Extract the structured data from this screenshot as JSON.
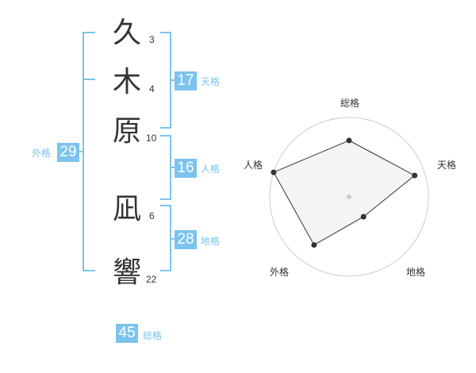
{
  "name": {
    "chars": [
      {
        "char": "久",
        "strokes": "3"
      },
      {
        "char": "木",
        "strokes": "4"
      },
      {
        "char": "原",
        "strokes": "10"
      },
      {
        "char": "凪",
        "strokes": "6"
      },
      {
        "char": "響",
        "strokes": "22"
      }
    ]
  },
  "fortune": {
    "tenkaku": {
      "value": "17",
      "label": "天格"
    },
    "jinkaku": {
      "value": "16",
      "label": "人格"
    },
    "chikaku": {
      "value": "28",
      "label": "地格"
    },
    "gaikaku": {
      "value": "29",
      "label": "外格"
    },
    "soukaku": {
      "value": "45",
      "label": "総格"
    }
  },
  "radar": {
    "axes": [
      "総格",
      "天格",
      "地格",
      "外格",
      "人格"
    ],
    "values": [
      0.71,
      0.87,
      0.31,
      0.75,
      1.0
    ],
    "rings": 4,
    "colors": {
      "fill": "#f2f2f2",
      "stroke": "#333333",
      "ring": "#cccccc",
      "point": "#333333"
    }
  }
}
